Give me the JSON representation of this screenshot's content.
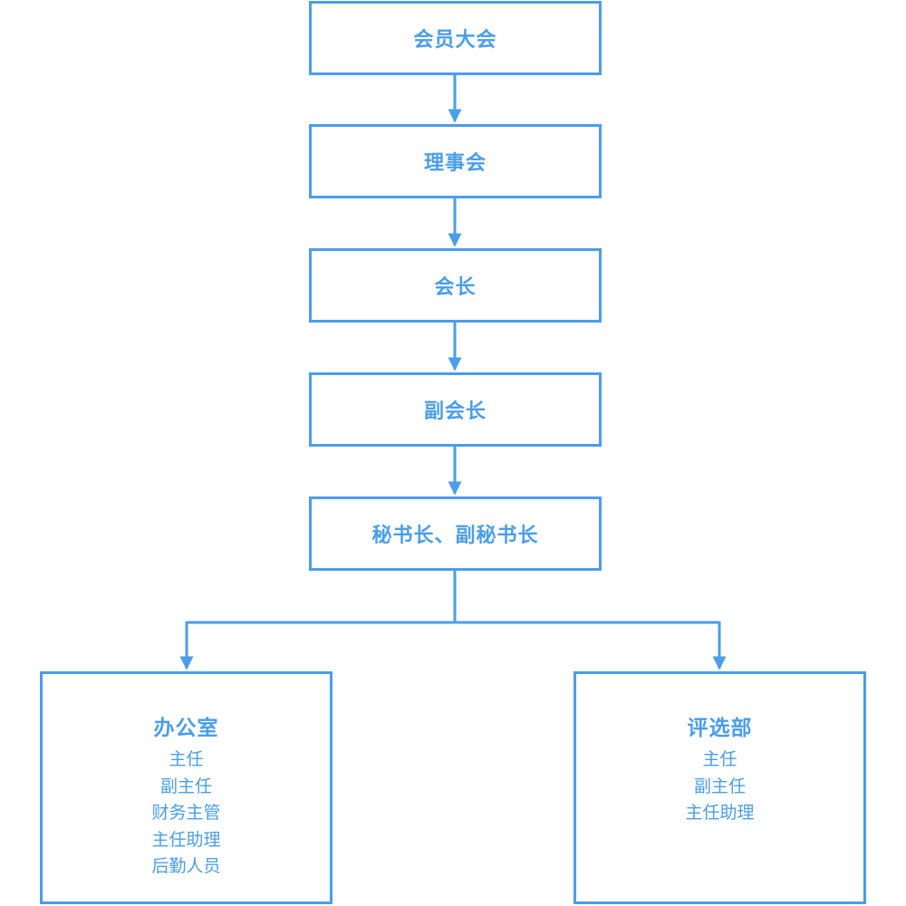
{
  "colors": {
    "accent": "#4a9eea",
    "background": "#ffffff"
  },
  "nodes": {
    "assembly": "会员大会",
    "council": "理事会",
    "president": "会长",
    "vice_president": "副会长",
    "secretary_general": "秘书长、副秘书长"
  },
  "departments": {
    "office": {
      "title": "办公室",
      "members": [
        "主任",
        "副主任",
        "财务主管",
        "主任助理",
        "后勤人员"
      ]
    },
    "selection": {
      "title": "评选部",
      "members": [
        "主任",
        "副主任",
        "主任助理"
      ]
    }
  }
}
